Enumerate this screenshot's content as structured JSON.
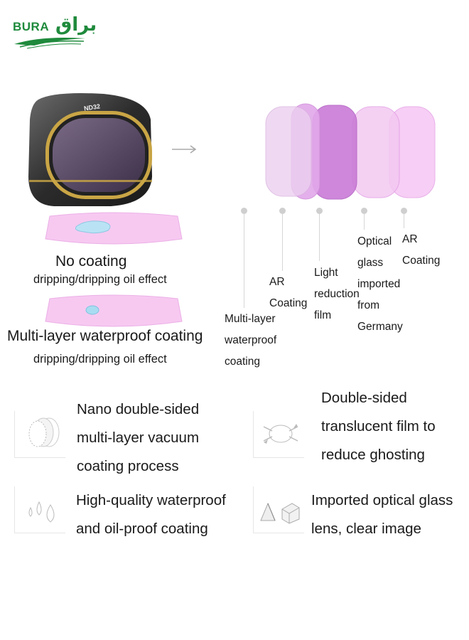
{
  "logo": {
    "latin": "BURA",
    "arabic": "براق"
  },
  "product": {
    "filter_label": "ND32"
  },
  "layers": [
    {
      "lines": [
        "Multi-layer",
        "waterproof",
        "coating"
      ]
    },
    {
      "lines": [
        "AR",
        "Coating"
      ]
    },
    {
      "lines": [
        "Light",
        "reduction",
        "film"
      ]
    },
    {
      "lines": [
        "Optical",
        "glass",
        "imported",
        "from",
        "Germany"
      ]
    },
    {
      "lines": [
        "AR",
        "Coating"
      ]
    }
  ],
  "demo": {
    "no_coating": {
      "title": "No coating",
      "subtitle": "dripping/dripping oil effect"
    },
    "waterproof": {
      "title": "Multi-layer waterproof coating",
      "subtitle": "dripping/dripping oil effect"
    }
  },
  "features": [
    {
      "icon": "lens-layers-icon",
      "lines": [
        "Nano double-sided",
        "multi-layer vacuum",
        "coating process"
      ]
    },
    {
      "icon": "translucent-film-icon",
      "lines": [
        "Double-sided",
        "translucent film to",
        "reduce ghosting"
      ]
    },
    {
      "icon": "water-drops-icon",
      "lines": [
        "High-quality waterproof",
        "and oil-proof coating"
      ]
    },
    {
      "icon": "prism-icon",
      "lines": [
        "Imported optical glass",
        "lens, clear image"
      ]
    }
  ],
  "colors": {
    "brand_green": "#1f8a3c",
    "filter_pink": "#e9a6ef",
    "filter_purple": "#b567c7"
  }
}
